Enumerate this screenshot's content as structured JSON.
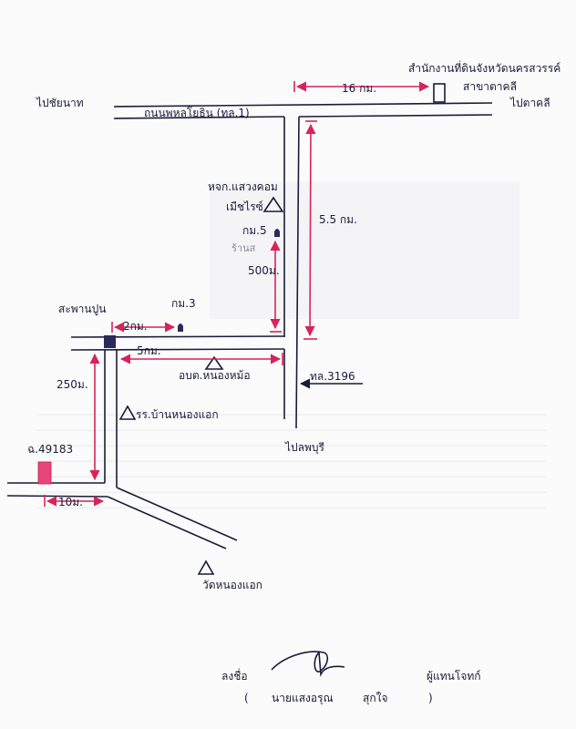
{
  "map": {
    "destinations": {
      "west": "ไปชัยนาท",
      "east": "ไปตาคลี",
      "south": "ไปลพบุรี"
    },
    "roads": {
      "main_highway": "ถนนพหลโยธิน (ทล.1)",
      "route_3196": "ทล.3196"
    },
    "places": {
      "office": "สำนักงานที่ดินจังหวัดนครสวรรค์",
      "office_branch": "สาขาตาคลี",
      "college": "หจก.แสวงคอม",
      "college_line2": "เมืชไรซ์",
      "bridge": "สะพานปูน",
      "tao": "อบต.หนองหม้อ",
      "school": "รร.บ้านหนองแอก",
      "temple": "วัดหนองแอก",
      "parcel": "ฉ.49183"
    },
    "markers": {
      "km5": "กม.5",
      "km3": "กม.3"
    },
    "distances": {
      "office_16km": "16 กม.",
      "d_5_5km": "5.5 กม.",
      "d_500m": "500ม.",
      "d_2km": "2กม.",
      "d_5km": "5กม.",
      "d_250m": "250ม.",
      "d_10m": "10ม."
    },
    "faint_text": "ร้านส"
  },
  "signature": {
    "label": "ลงชื่อ",
    "role": "ผู้แทนโจทก์",
    "open_paren": "(",
    "name": "นายแสงอรุณ",
    "surname": "สุกใจ",
    "close_paren": ")"
  },
  "colors": {
    "ink": "#1b1b3a",
    "red_ink": "#d8235a",
    "parcel_fill": "#e8457a",
    "marker_fill": "#2a2a5a"
  }
}
